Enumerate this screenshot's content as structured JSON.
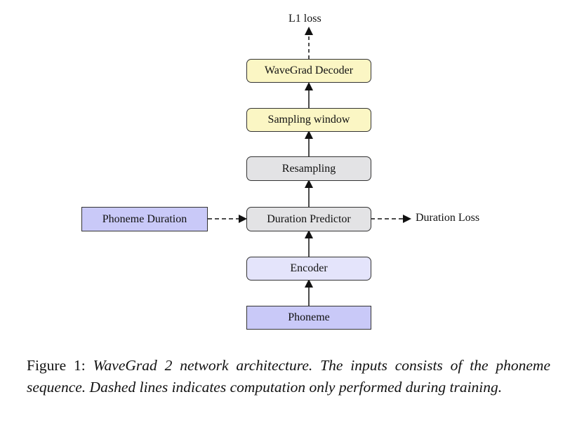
{
  "diagram": {
    "nodes": {
      "wavegrad_decoder": {
        "label": "WaveGrad Decoder",
        "fill": "#fbf6c4"
      },
      "sampling_window": {
        "label": "Sampling window",
        "fill": "#fbf6c4"
      },
      "resampling": {
        "label": "Resampling",
        "fill": "#e3e3e5"
      },
      "duration_predictor": {
        "label": "Duration Predictor",
        "fill": "#e3e3e5"
      },
      "encoder": {
        "label": "Encoder",
        "fill": "#e4e4fb"
      },
      "phoneme": {
        "label": "Phoneme",
        "fill": "#c9c9f8"
      },
      "phoneme_duration": {
        "label": "Phoneme Duration",
        "fill": "#c9c9f8"
      }
    },
    "outputs": {
      "l1_loss": "L1 loss",
      "duration_loss": "Duration Loss"
    },
    "edges": [
      {
        "from": "phoneme",
        "to": "encoder",
        "style": "solid"
      },
      {
        "from": "encoder",
        "to": "duration_predictor",
        "style": "solid"
      },
      {
        "from": "duration_predictor",
        "to": "resampling",
        "style": "solid"
      },
      {
        "from": "resampling",
        "to": "sampling_window",
        "style": "solid"
      },
      {
        "from": "sampling_window",
        "to": "wavegrad_decoder",
        "style": "solid"
      },
      {
        "from": "wavegrad_decoder",
        "to": "l1_loss",
        "style": "dashed"
      },
      {
        "from": "phoneme_duration",
        "to": "duration_predictor",
        "style": "dashed"
      },
      {
        "from": "duration_predictor",
        "to": "duration_loss",
        "style": "dashed"
      }
    ]
  },
  "caption": {
    "lead": "Figure 1:",
    "body": "WaveGrad 2 network architecture. The inputs consists of the phoneme sequence. Dashed lines indicates computation only performed during training."
  }
}
